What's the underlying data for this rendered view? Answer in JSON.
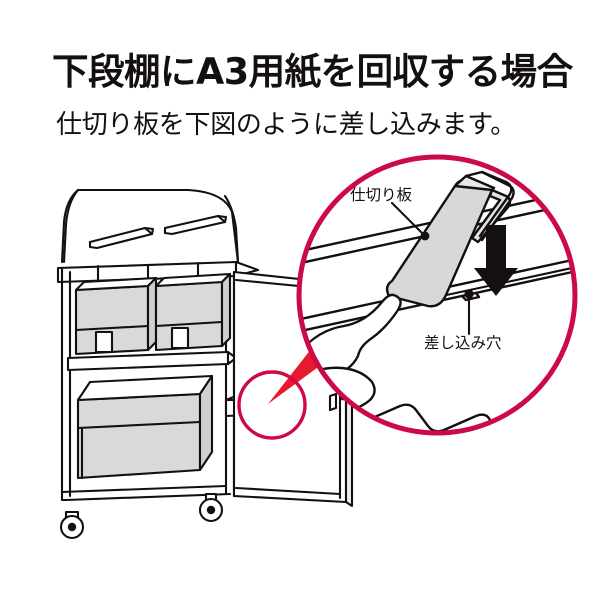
{
  "document": {
    "language": "ja",
    "background_color": "#ffffff"
  },
  "header": {
    "headline": "下段棚にA3用紙を回収する場合",
    "subhead": "仕切り板を下図のように差し込みます。"
  },
  "illustration": {
    "subject": "paper-recycling-cart",
    "description_labels": {
      "partition_plate": "仕切り板",
      "insertion_hole": "差し込み穴"
    },
    "callout": {
      "magnifier_label": "detail-magnifier-circle",
      "highlight_label": "slot-highlight-circle",
      "pointer_label": "magnifier-pointer-wedge"
    },
    "arrow": {
      "name": "insert-direction-arrow",
      "direction": "down"
    }
  },
  "colors": {
    "accent_crimson": "#CC0A46",
    "pointer_red": "#E8192C",
    "line_black": "#14100f",
    "panel_gray": "#dcdcdc",
    "plate_gray": "#d8d8d8",
    "bin_gray": "#d9d9d9",
    "body_white": "#ffffff"
  },
  "cart_parts": {
    "top_slot_left": "paper-slot-left",
    "top_slot_right": "paper-slot-right",
    "upper_bin_left": "upper-bin-left",
    "upper_bin_right": "upper-bin-right",
    "lower_bin": "lower-bin",
    "door": "front-door-open",
    "caster_left": "caster-front-left",
    "caster_right": "caster-front-right",
    "shelf_rail": "lower-shelf-rail"
  }
}
